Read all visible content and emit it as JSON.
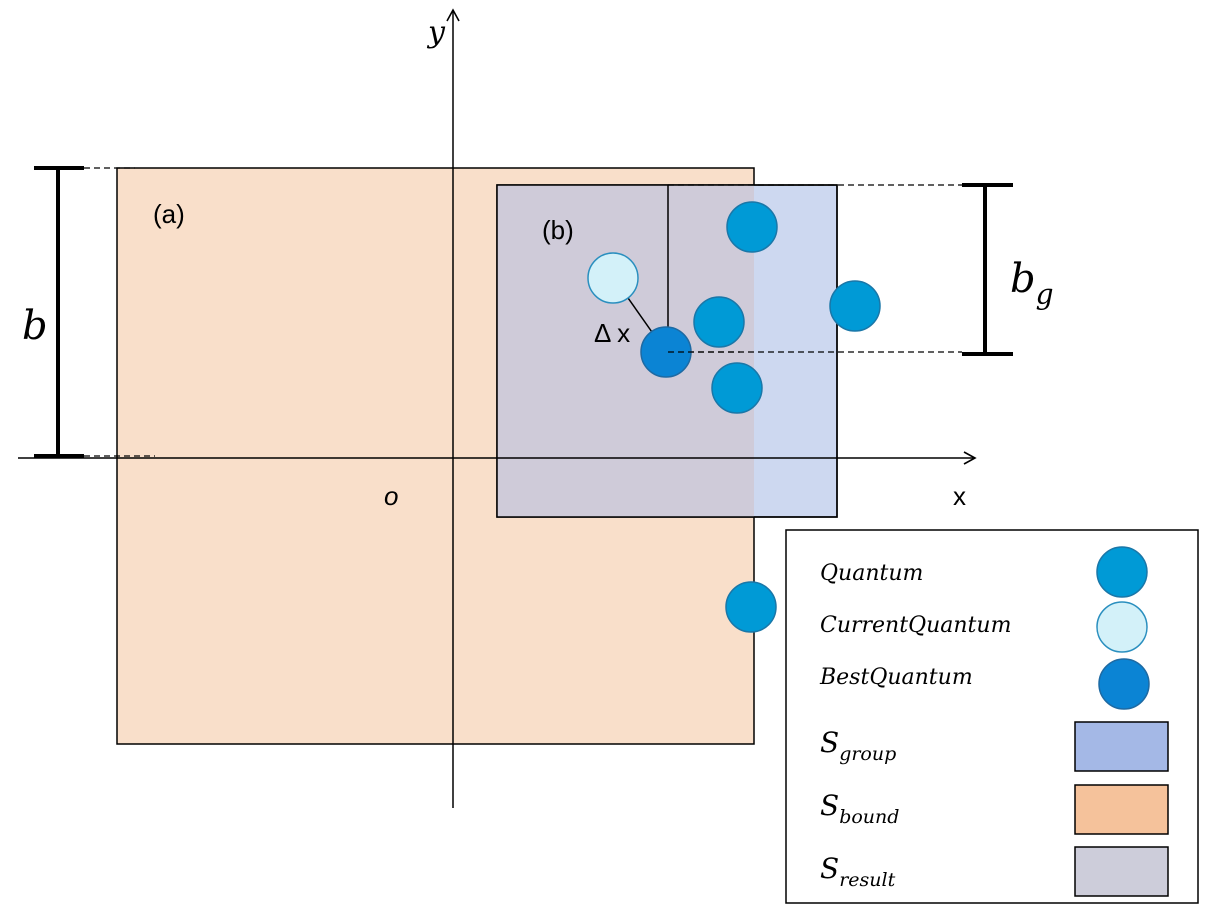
{
  "labels": {
    "region_a": "(a)",
    "region_b": "(b)",
    "axis_x": "x",
    "axis_y": "y",
    "origin": "o",
    "delta_x": "Δ x",
    "dim_b": "b",
    "dim_bg_base": "b",
    "dim_bg_sub": "g"
  },
  "legend": {
    "items": [
      {
        "label": "Quantum",
        "swatch": "circle",
        "color": "#009ad6",
        "stroke": "#1a77a8"
      },
      {
        "label": "CurrentQuantum",
        "swatch": "circle",
        "color": "#d3f1f9",
        "stroke": "#2a8fbf"
      },
      {
        "label": "BestQuantum",
        "swatch": "circle",
        "color": "#0b84d4",
        "stroke": "#1e6aa3"
      },
      {
        "label": "S",
        "sub": "group",
        "swatch": "rect",
        "color": "#a4b8e6"
      },
      {
        "label": "S",
        "sub": "bound",
        "swatch": "rect",
        "color": "#f5c29b"
      },
      {
        "label": "S",
        "sub": "result",
        "swatch": "rect",
        "color": "#cdcdda"
      }
    ]
  },
  "colors": {
    "bound_fill": "#f9dfca",
    "group_fill": "#cdd8f0",
    "result_fill": "#cfcbd9",
    "quantum": "#009ad6",
    "current_quantum": "#d3f1f9",
    "best_quantum": "#0b84d4"
  }
}
